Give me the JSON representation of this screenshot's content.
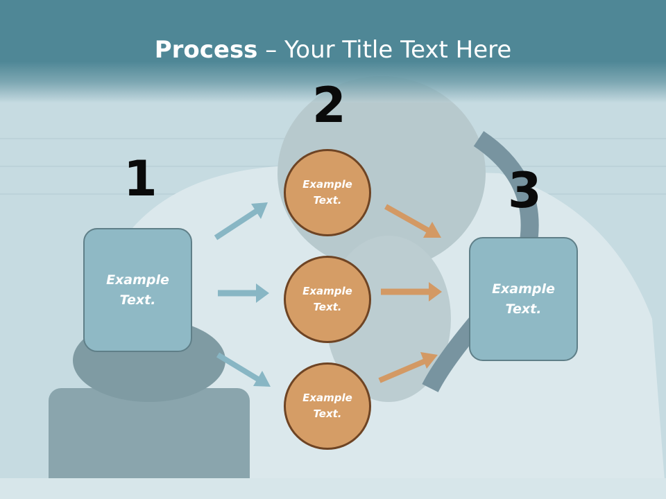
{
  "title": {
    "bold": "Process",
    "rest": " – Your Title Text Here"
  },
  "steps": [
    {
      "number": "1"
    },
    {
      "number": "2"
    },
    {
      "number": "3"
    }
  ],
  "left_box": {
    "text_line1": "Example",
    "text_line2": "Text."
  },
  "circles": [
    {
      "text_line1": "Example",
      "text_line2": "Text."
    },
    {
      "text_line1": "Example",
      "text_line2": "Text."
    },
    {
      "text_line1": "Example",
      "text_line2": "Text."
    }
  ],
  "right_box": {
    "text_line1": "Example",
    "text_line2": "Text."
  },
  "colors": {
    "title_band": "#4f8796",
    "box_fill": "#8fb9c5",
    "circle_fill": "#d59d66",
    "blue_arrow": "#88b6c4",
    "orange_arrow": "#d39964"
  }
}
